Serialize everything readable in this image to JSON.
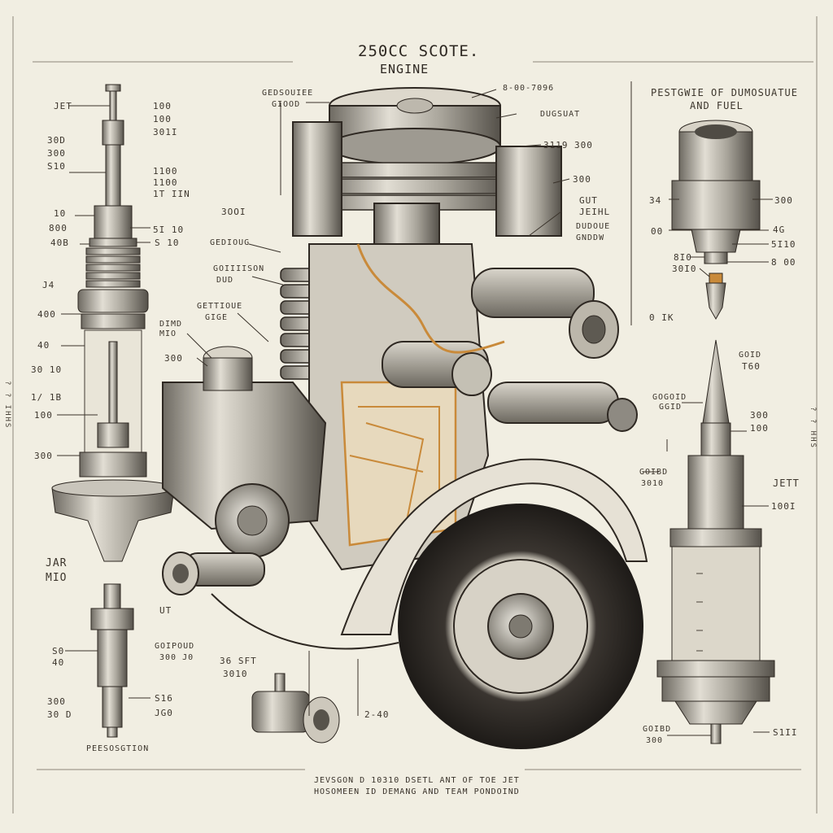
{
  "title": {
    "line1": "250CC SCOTE.",
    "line2": "ENGINE"
  },
  "right_heading": {
    "line1": "PESTGWIE OF DUMOSUATUE",
    "line2": "AND FUEL"
  },
  "caption": {
    "line1": "JEVSGON D 10310 DSETL ANT OF TOE JET",
    "line2": "HOSOMEEN ID DEMANG AND TEAM PONDOIND"
  },
  "side_left": "? ? IHHS",
  "side_right": "? ? HHS",
  "left_labels": [
    "JET",
    "100",
    "100",
    "301I",
    "30D",
    "300",
    "S10",
    "1100",
    "1100",
    "1T IIN",
    "10",
    "800",
    "5I 10",
    "40B",
    "S 10",
    "J4",
    "400",
    "40",
    "30 10",
    "1/ 1B",
    "100",
    "300",
    "JAR",
    "MIO"
  ],
  "bottom_left_labels": [
    "S0",
    "40",
    "300",
    "S16",
    "JG0",
    "30 D",
    "PEESOSGTION"
  ],
  "engine_labels": [
    "GEDSOUIEE",
    "GIOOD",
    "8-00-7096",
    "DUGSUAT",
    "3119",
    "300",
    "3OOI",
    "300",
    "GUT",
    "JEIHL",
    "DUDOUE",
    "GNDDW",
    "GEDIOUG",
    "GOIIIISON",
    "DUD",
    "DIMD",
    "MIO",
    "GETTIOUE",
    "GIGE",
    "300",
    "UT",
    "GOIPOUD",
    "300 J0",
    "36 SFT",
    "3010",
    "2-40",
    "0 IK"
  ],
  "right_labels": [
    "34",
    "00",
    "300",
    "4G",
    "5I10",
    "8I0",
    "30I0",
    "8 00",
    "GOID",
    "T60",
    "GOGOID",
    "GGID",
    "300",
    "100",
    "GOIBD",
    "3010",
    "JETT",
    "100I",
    "GOIBD",
    "300",
    "S1II"
  ],
  "colors": {
    "paper": "#f1eee2",
    "ink": "#2e2822",
    "metal": "#b9b5ac",
    "copper": "#c98a3a"
  }
}
